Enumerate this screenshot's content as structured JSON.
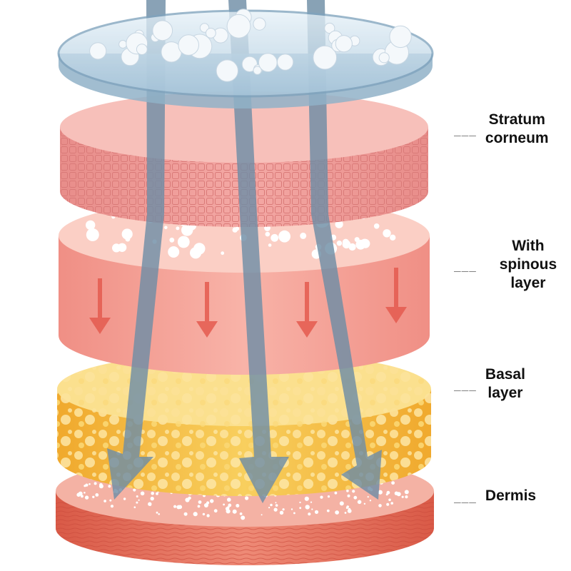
{
  "diagram": {
    "colors": {
      "glass": "#b9d4e6",
      "glass_rim": "#7fa3bd",
      "corneum": "#f2a3a0",
      "corneum_top": "#f7c1bb",
      "spinous": "#f5aaa0",
      "spinous_top": "#fbd2c9",
      "basal": "#f7c54f",
      "basal_top": "#fde7a0",
      "dermis": "#e8735e",
      "dermis_top": "#f6b7a9",
      "arrow_big": "#6f8ea6",
      "arrow_small": "#e45a4f"
    },
    "layers": [
      {
        "id": "stratum-corneum",
        "lines": [
          "Stratum",
          "corneum"
        ],
        "dash": "___"
      },
      {
        "id": "spinous-layer",
        "lines": [
          "With",
          "spinous layer"
        ],
        "dash": "___"
      },
      {
        "id": "basal-layer",
        "lines": [
          "Basal",
          "layer"
        ],
        "dash": "___"
      },
      {
        "id": "dermis",
        "lines": [
          "Dermis"
        ],
        "dash": "___"
      }
    ]
  }
}
